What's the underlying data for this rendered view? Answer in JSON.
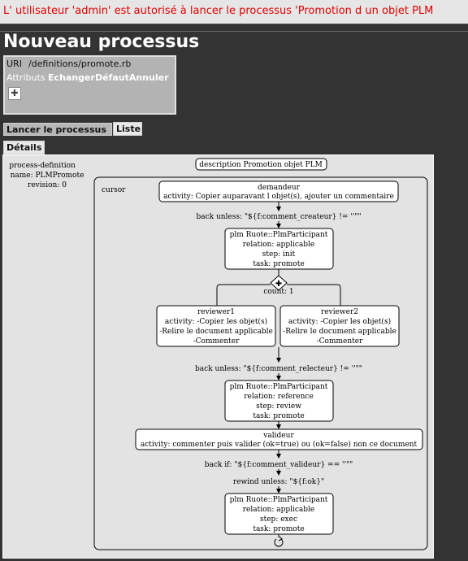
{
  "flash": "L' utilisateur 'admin' est autorisé à lancer le processus 'Promotion d un objet PLM",
  "page_title": "Nouveau processus",
  "info": {
    "uri_label": "URI",
    "uri_value": "/definitions/promote.rb",
    "attrs_label": "Attributs",
    "links": [
      "Echanger",
      "Défaut",
      "Annuler"
    ],
    "expand_icon": "plus-icon"
  },
  "buttons": {
    "launch": "Lancer le processus",
    "liste": "Liste",
    "details": "Détails"
  },
  "diagram": {
    "description": "description Promotion objet PLM",
    "process_def": [
      "process-definition",
      "name: PLMPromote",
      "revision: 0"
    ],
    "cursor": "cursor",
    "demandeur": [
      "demandeur",
      "activity: Copier auparavant l objet(s), ajouter un commentaire"
    ],
    "back1": "back unless: \"${f:comment_createur} != ''\"\"",
    "plm1": [
      "plm Ruote::PlmParticipant",
      "relation: applicable",
      "step: init",
      "task: promote"
    ],
    "count": "count: 1",
    "reviewer1": [
      "reviewer1",
      "activity: -Copier les objet(s)",
      "-Relire le document applicable",
      "-Commenter"
    ],
    "reviewer2": [
      "reviewer2",
      "activity: -Copier les objet(s)",
      "-Relire le document applicable",
      "-Commenter"
    ],
    "back2": "back unless: \"${f:comment_relecteur} != ''\"\"",
    "plm2": [
      "plm Ruote::PlmParticipant",
      "relation: reference",
      "step: review",
      "task: promote"
    ],
    "valideur": [
      "valideur",
      "activity: commenter puis valider (ok=true) ou (ok=false) non ce document"
    ],
    "back3": "back if: \"${f:comment_valideur} == ''\"\"",
    "rewind": "rewind unless: \"${f:ok}\"",
    "plm3": [
      "plm Ruote::PlmParticipant",
      "relation: applicable",
      "step: exec",
      "task: promote"
    ],
    "loop_icon": "loop-icon"
  }
}
